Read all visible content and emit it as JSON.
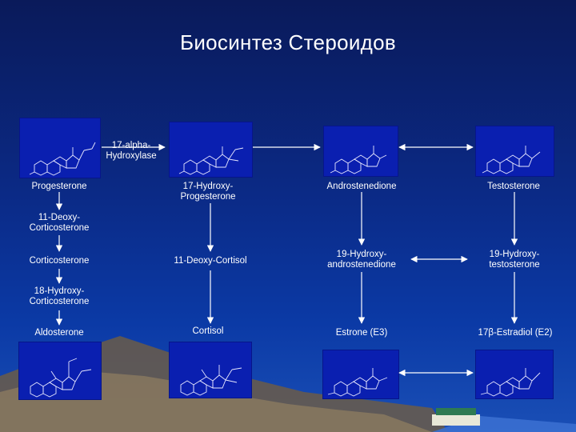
{
  "title": "Биосинтез Стероидов",
  "enzymes": {
    "hydroxylase_17": "17-alpha-\nHydroxylase"
  },
  "nodes": {
    "progesterone": "Progesterone",
    "hydroxyprogesterone_17": "17-Hydroxy-\nProgesterone",
    "androstenedione": "Androstenedione",
    "testosterone": "Testosterone",
    "deoxycorticosterone_11": "11-Deoxy-\nCorticosterone",
    "corticosterone": "Corticosterone",
    "deoxycortisol_11": "11-Deoxy-Cortisol",
    "hydroxyandrostenedione_19": "19-Hydroxy-\nandrostenedione",
    "hydroxytestosterone_19": "19-Hydroxy-\ntestosterone",
    "hydroxycorticosterone_18": "18-Hydroxy-\nCorticosterone",
    "aldosterone": "Aldosterone",
    "cortisol": "Cortisol",
    "estrone": "Estrone (E3)",
    "estradiol": "17β-Estradiol (E2)"
  },
  "colors": {
    "box": "#0a1fb0",
    "arrow": "#ffffff",
    "mountain": "#7a6a55",
    "sea": "#3a6fd0"
  }
}
